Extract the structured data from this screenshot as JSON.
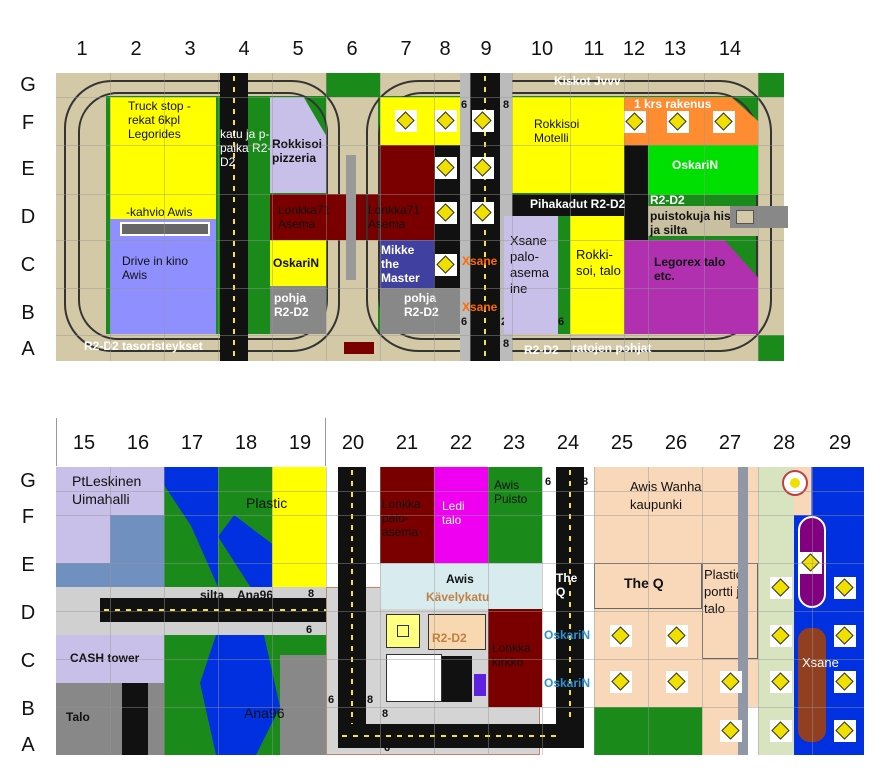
{
  "top": {
    "columns": [
      "1",
      "2",
      "3",
      "4",
      "5",
      "6",
      "7",
      "8",
      "9",
      "10",
      "11",
      "12",
      "13",
      "14"
    ],
    "rows": [
      "G",
      "F",
      "E",
      "D",
      "C",
      "B",
      "A"
    ],
    "labels": {
      "truckstop": "Truck stop -rekat 6kpl Legorides",
      "kahvio": "-kahvio Awis",
      "drivein": "Drive in kino Awis",
      "katu": "katu ja p-paika R2-D2",
      "rokkisoi_pizzeria": "Rokkisoi pizzeria",
      "lonkka_asema_1": "Lonkka71 Asema",
      "lonkka_asema_2": "Lonkka71 Asema",
      "oskarin_1": "OskariN",
      "pohja_1": "pohja R2-D2",
      "mikke": "Mikke the Master",
      "pohja_2": "pohja R2-D2",
      "xsane_1": "Xsane",
      "xsane_2": "Xsane",
      "kiskot": "Kiskot Jvvv",
      "rokkisoi_motelli": "Rokkisoi Motelli",
      "krs": "1 krs rakenus",
      "oskarin_2": "OskariN",
      "r2d2_small": "R2-D2",
      "puistokuja": "puistokuja hissi ja silta",
      "pihakadut": "Pihakadut R2-D2",
      "xsane_palo": "Xsane palo-asema ine",
      "rokkisoi_talo": "Rokki-soi, talo",
      "legorex": "Legorex talo etc.",
      "tasoristeykset": "R2-D2 tasoristeykset",
      "r2d2_bottom": "R2-D2",
      "ratojen": "ratojen pohjat",
      "n6a": "6",
      "n8a": "8",
      "n6b": "6",
      "n2": "2",
      "n6c": "6",
      "n8b": "8"
    }
  },
  "bottom": {
    "columns": [
      "15",
      "16",
      "17",
      "18",
      "19",
      "20",
      "21",
      "22",
      "23",
      "24",
      "25",
      "26",
      "27",
      "28",
      "29"
    ],
    "rows": [
      "G",
      "F",
      "E",
      "D",
      "C",
      "B",
      "A"
    ],
    "labels": {
      "uimahalli": "PtLeskinen Uimahalli",
      "plastic_1": "Plastic",
      "silta": "silta",
      "ana96_1": "Ana96",
      "cash": "CASH tower",
      "talo": "Talo",
      "ana96_2": "Ana96",
      "lonkka_palo": "Lonkka palo-asema",
      "ledi": "Ledi talo",
      "awis_puisto": "Awis Puisto",
      "awis_kavely": "Awis",
      "kavelykatu": "Kävelykatu",
      "r2d2": "R2-D2",
      "lonkka_kirkko": "Lonkka kirkko",
      "the_q_road": "The Q",
      "oskarin_a": "OskariN",
      "oskarin_b": "OskariN",
      "awis_wanha": "Awis Wanha kaupunki",
      "the_q": "The Q",
      "plastic_portti": "Plastic portti ja talo",
      "xsane": "Xsane",
      "n8a": "8",
      "n6a": "6",
      "n6b": "6",
      "n8b": "8",
      "n6c": "6",
      "n8c": "8",
      "n6d": "6",
      "n8d": "8"
    }
  }
}
